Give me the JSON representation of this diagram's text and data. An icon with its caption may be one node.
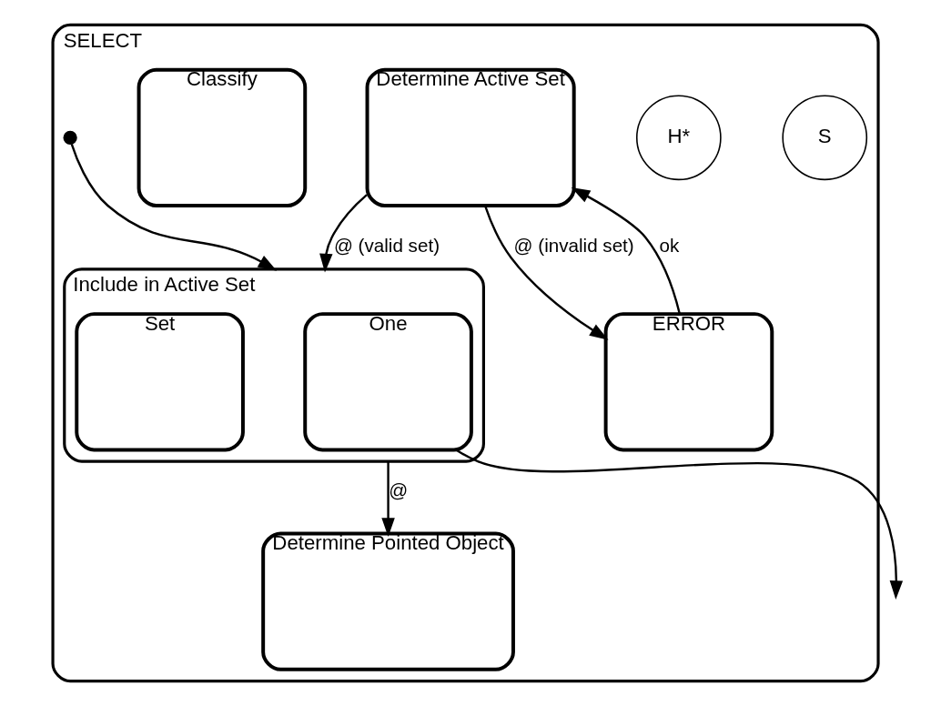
{
  "diagram": {
    "nodes": [
      {
        "text": [
          "SELECT"
        ]
      },
      {
        "text": [
          "S"
        ],
        "in": 0
      },
      {
        "text": [
          "H*"
        ],
        "in": 0
      },
      {
        "text": [
          "Determine Active Set"
        ],
        "in": 0
      },
      {
        "text": [
          "Include in Active Set"
        ],
        "in": 0
      },
      {
        "text": [
          "One"
        ],
        "in": 4
      },
      {
        "text": [
          "Set"
        ],
        "in": 4
      },
      {
        "text": [
          "Determine Pointed Object"
        ],
        "in": 0
      },
      {
        "text": [
          "ERROR"
        ],
        "in": 0
      },
      {
        "text": [
          "Classify"
        ],
        "in": 0
      },
      {
        "text": [],
        "shape": "circle",
        "in": 0
      }
    ],
    "edges": [
      {
        "from": 10,
        "to": 4,
        "arrow": "to"
      },
      {
        "from": 3,
        "to": 4,
        "arrow": "to",
        "label": "@ (valid set)"
      },
      {
        "from": 5,
        "to": null,
        "arrow": "to"
      },
      {
        "from": 4,
        "to": 7,
        "arrow": "to",
        "label": "@"
      },
      {
        "from": 3,
        "to": 8,
        "arrow": "to",
        "label": "@ (invalid set)"
      },
      {
        "from": 8,
        "to": 3,
        "arrow": "to",
        "label": "ok"
      }
    ]
  }
}
